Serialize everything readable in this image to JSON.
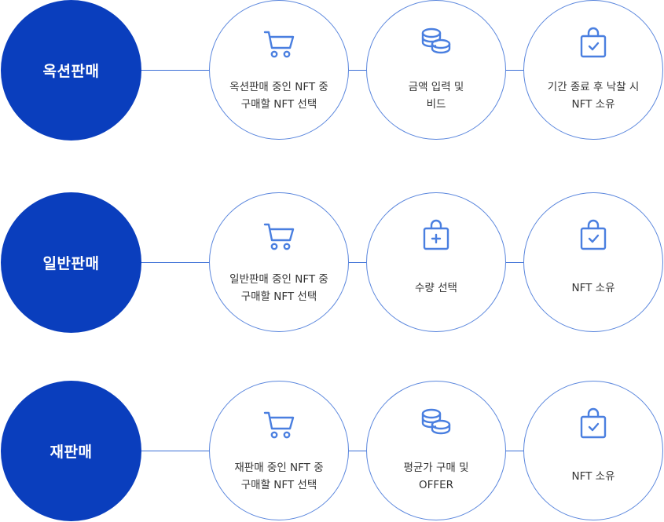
{
  "accent_color": "#0a3ebd",
  "border_color": "#5a86dd",
  "rows": [
    {
      "title": "옥션판매",
      "steps": [
        {
          "icon": "cart-icon",
          "label": "옥션판매 중인 NFT 중\n구매할 NFT 선택"
        },
        {
          "icon": "coins-icon",
          "label": "금액 입력 및\n비드"
        },
        {
          "icon": "bag-check-icon",
          "label": "기간 종료 후 낙찰 시\nNFT 소유"
        }
      ]
    },
    {
      "title": "일반판매",
      "steps": [
        {
          "icon": "cart-icon",
          "label": "일반판매 중인 NFT 중\n구매할 NFT 선택"
        },
        {
          "icon": "bag-plus-icon",
          "label": "수량 선택"
        },
        {
          "icon": "bag-check-icon",
          "label": "NFT 소유"
        }
      ]
    },
    {
      "title": "재판매",
      "steps": [
        {
          "icon": "cart-icon",
          "label": "재판매 중인 NFT 중\n구매할 NFT 선택"
        },
        {
          "icon": "coins-icon",
          "label": "평균가 구매 및\nOFFER"
        },
        {
          "icon": "bag-check-icon",
          "label": "NFT 소유"
        }
      ]
    }
  ]
}
